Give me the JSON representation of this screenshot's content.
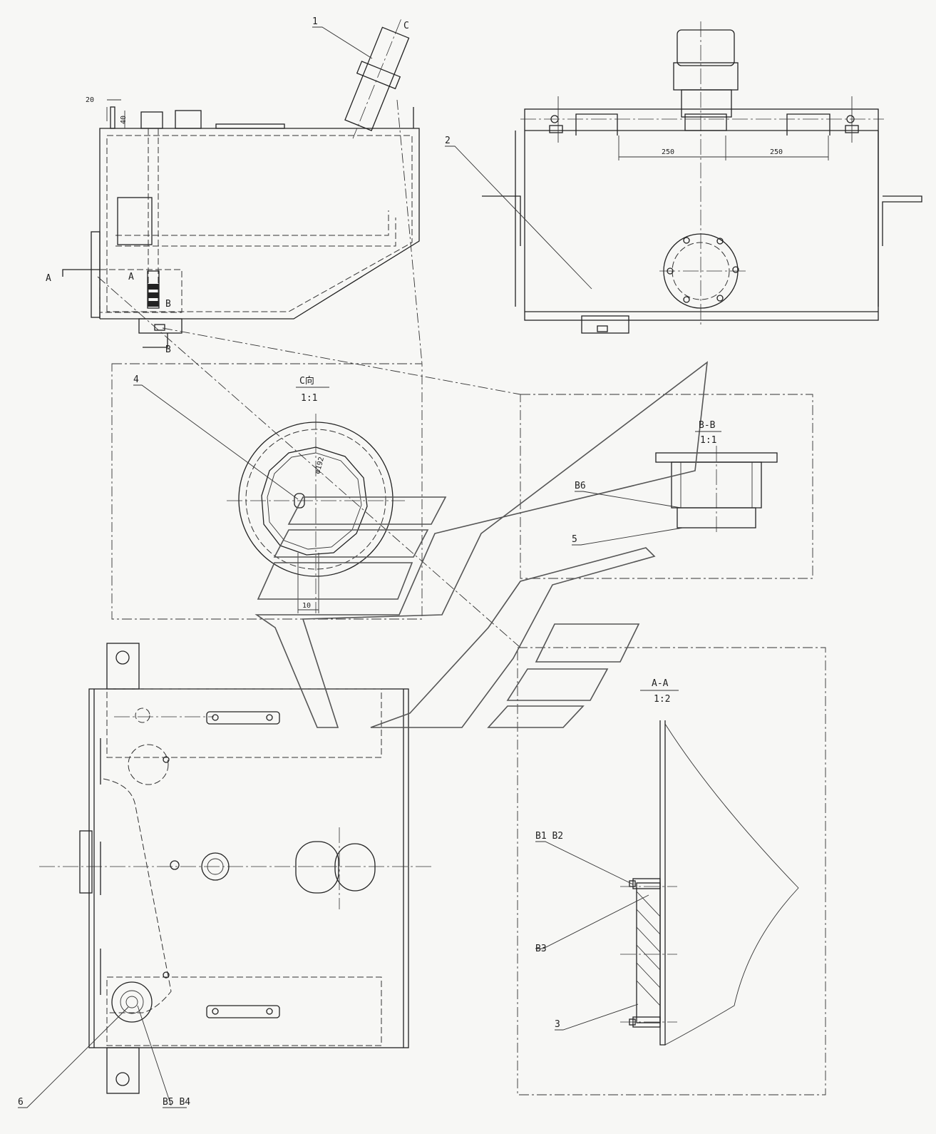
{
  "balloons": {
    "b1": "1",
    "b2": "2",
    "b3": "3",
    "b4": "4",
    "b5": "5",
    "b6": "6"
  },
  "section_marks": {
    "a_left": "A",
    "a_right": "A",
    "b_top": "B",
    "b_bottom": "B",
    "c_view": "C"
  },
  "dimensions": {
    "d20": "20",
    "d40": "40",
    "d250_left": "250",
    "d250_right": "250",
    "d10": "10",
    "dia": "φ192"
  },
  "detail_c": {
    "title": "C向",
    "scale": "1:1"
  },
  "detail_bb": {
    "title": "B-B",
    "scale": "1:1"
  },
  "detail_aa": {
    "title": "A-A",
    "scale": "1:2"
  },
  "parts": {
    "b6": "B6",
    "b1b2": "B1  B2",
    "b3": "B3",
    "b5b4": "B5  B4"
  },
  "colors": {
    "line": "#222222",
    "paper": "#f7f7f5"
  }
}
